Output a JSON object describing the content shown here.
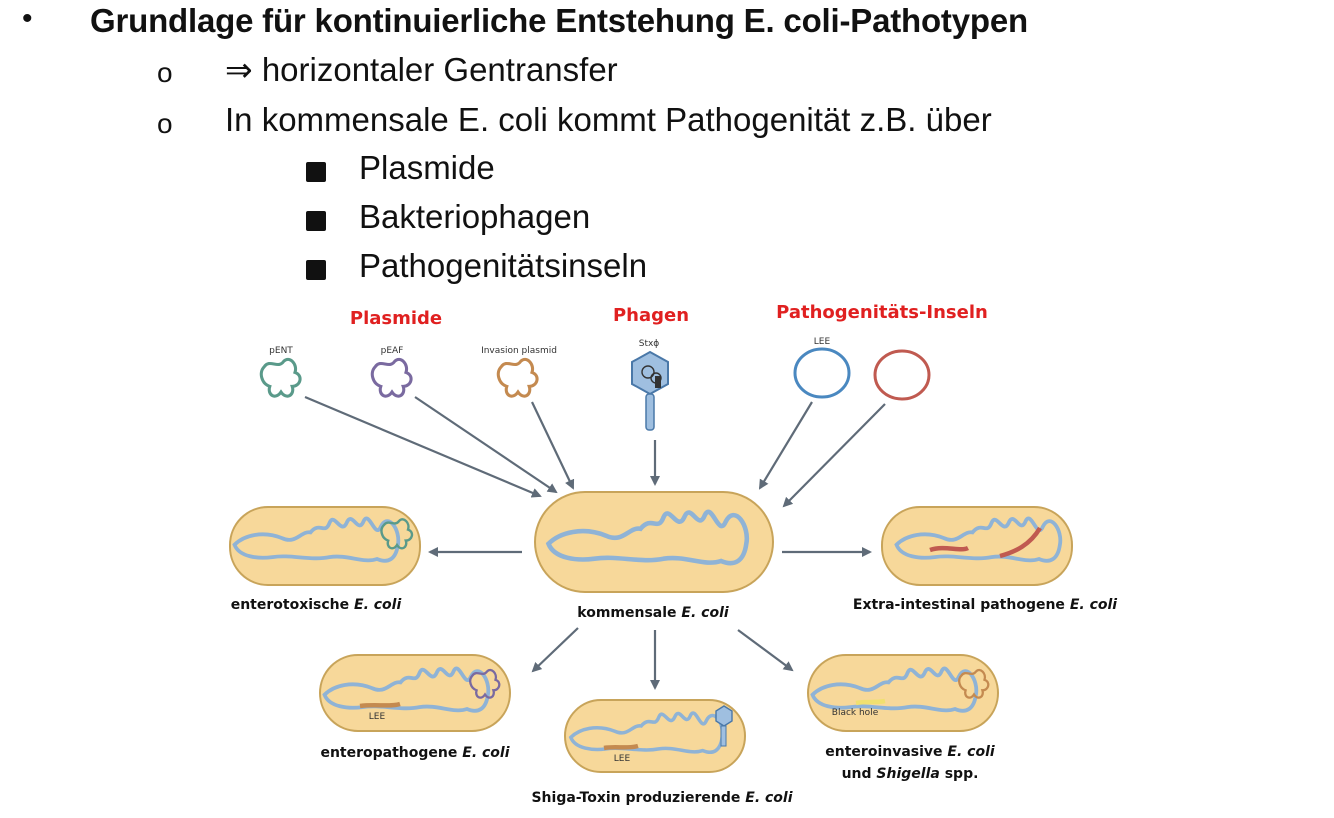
{
  "bullets": {
    "level1": {
      "marker": "•",
      "text": "Grundlage für kontinuierliche Entstehung E. coli-Pathotypen"
    },
    "level2": [
      {
        "marker": "o",
        "text": "⇒ horizontaler Gentransfer"
      },
      {
        "marker": "o",
        "text": "In kommensale E. coli kommt Pathogenität z.B. über"
      }
    ],
    "level3": [
      {
        "text": "Plasmide"
      },
      {
        "text": "Bakteriophagen"
      },
      {
        "text": "Pathogenitätsinseln"
      }
    ]
  },
  "diagram": {
    "headers": {
      "plasmids": "Plasmide",
      "phages": "Phagen",
      "islands": "Pathogenitäts-Inseln"
    },
    "plasmid_labels": [
      "pENT",
      "pEAF",
      "Invasion plasmid"
    ],
    "phage_label": "Stxϕ",
    "island_label": "LEE",
    "captions": {
      "commensal": {
        "bold": "kommensale ",
        "italic": "E. coli"
      },
      "etec": {
        "bold": "enterotoxische ",
        "italic": "E. coli"
      },
      "expec": {
        "bold": "Extra-intestinal pathogene ",
        "italic": "E. coli"
      },
      "epec": {
        "bold": "enteropathogene ",
        "italic": "E. coli"
      },
      "stec": {
        "bold": "Shiga-Toxin produzierende ",
        "italic": "E. coli"
      },
      "eiec_line1": {
        "bold": "enteroinvasive ",
        "italic": "E. coli"
      },
      "eiec_line2": {
        "bold": "und ",
        "italic": "Shigella",
        "tail": " spp."
      }
    },
    "inner_labels": {
      "epec": "LEE",
      "stec": "LEE",
      "eiec": "Black hole"
    },
    "colors": {
      "header_red": "#e02020",
      "cell_fill": "#f7d89a",
      "cell_stroke": "#c8a45a",
      "dna_blue": "#8fb3d6",
      "arrow_gray": "#5f6b78",
      "pent_green": "#5a9a8a",
      "peaf_purple": "#7a6aa0",
      "invasion_orange": "#c48a50",
      "lee_blue": "#4a88c0",
      "island_red": "#c05a50"
    }
  }
}
